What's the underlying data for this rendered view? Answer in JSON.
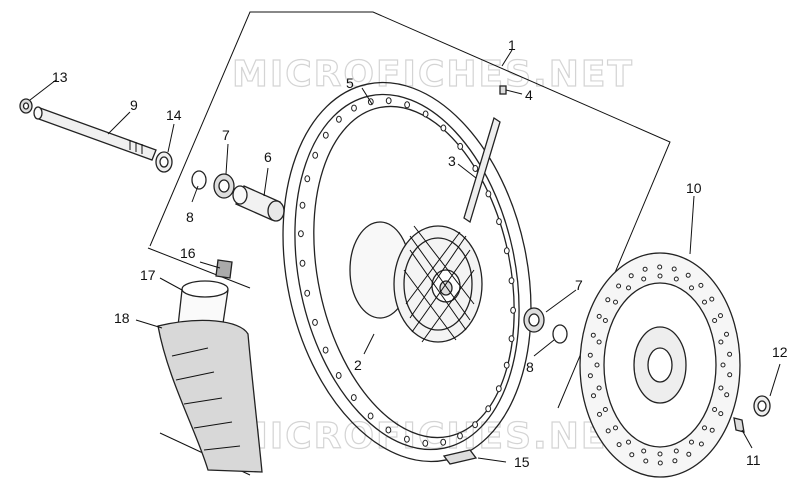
{
  "watermarks": {
    "top": "MICROFICHES.NET",
    "bottom": "MICROFICHES.NET"
  },
  "callouts": {
    "c1": "1",
    "c2": "2",
    "c3": "3",
    "c4": "4",
    "c5": "5",
    "c6": "6",
    "c7a": "7",
    "c7b": "7",
    "c8a": "8",
    "c8b": "8",
    "c9": "9",
    "c10": "10",
    "c11": "11",
    "c12": "12",
    "c13": "13",
    "c14": "14",
    "c15": "15",
    "c16": "16",
    "c17": "17",
    "c18": "18"
  }
}
